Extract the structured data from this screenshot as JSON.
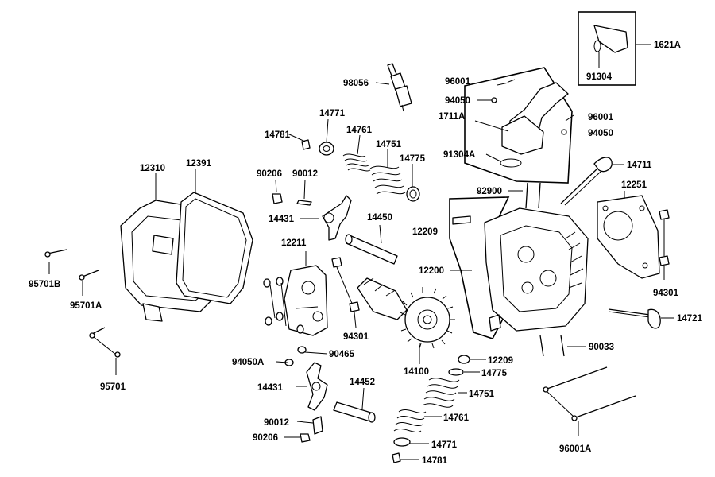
{
  "labels": {
    "p1621A": "1621A",
    "p91304": "91304",
    "p96001_top": "96001",
    "p94050_top": "94050",
    "p1711A": "1711A",
    "p91304A": "91304A",
    "p96001_right": "96001",
    "p94050_right": "94050",
    "p98056": "98056",
    "p14771_top": "14771",
    "p14781_top": "14781",
    "p14761_top": "14761",
    "p14751_top": "14751",
    "p14775_top": "14775",
    "p14711": "14711",
    "p12310": "12310",
    "p12391": "12391",
    "p90206_top": "90206",
    "p90012_top": "90012",
    "p92900": "92900",
    "p12251": "12251",
    "p14431_top": "14431",
    "p14450": "14450",
    "p12209_top": "12209",
    "p12211": "12211",
    "p12200": "12200",
    "p95701B": "95701B",
    "p95701A": "95701A",
    "p94301_mid": "94301",
    "p94301_right": "94301",
    "p14721": "14721",
    "p95701": "95701",
    "p94050A": "94050A",
    "p90465": "90465",
    "p14100": "14100",
    "p90033": "90033",
    "p12209_bot": "12209",
    "p14775_bot": "14775",
    "p14431_bot": "14431",
    "p14452": "14452",
    "p14751_bot": "14751",
    "p14761_bot": "14761",
    "p90012_bot": "90012",
    "p90206_bot": "90206",
    "p14771_bot": "14771",
    "p14781_bot": "14781",
    "p96001A": "96001A"
  }
}
